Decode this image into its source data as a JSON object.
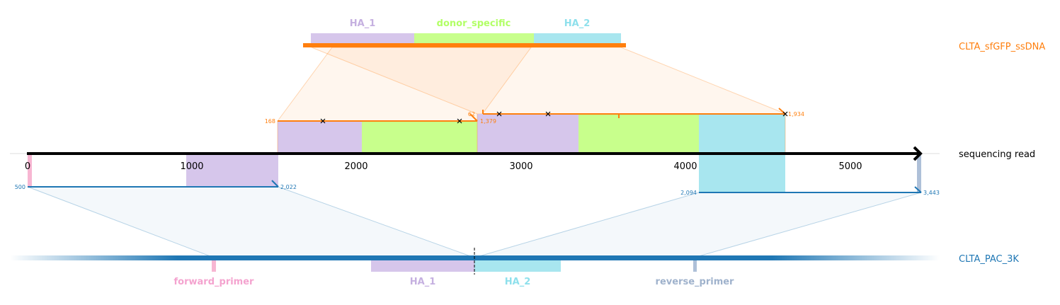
{
  "labels": {
    "ssdna": "CLTA_sfGFP_ssDNA",
    "read": "sequencing read",
    "pac": "CLTA_PAC_3K"
  },
  "ssdna_features": {
    "ha1": "HA_1",
    "donor": "donor_specific",
    "ha2": "HA_2"
  },
  "pac_features": {
    "fwd": "forward_primer",
    "ha1": "HA_1",
    "ha2": "HA_2",
    "rev": "reverse_primer"
  },
  "read_axis": {
    "ticks": [
      "0",
      "1000",
      "2000",
      "3000",
      "4000",
      "5000"
    ]
  },
  "alignments": {
    "ssdna_left_start": "168",
    "ssdna_left_end": "1,379",
    "ssdna_right_start": "62",
    "ssdna_right_end": "1,934",
    "pac_left_start": "500",
    "pac_left_end": "2,022",
    "pac_right_start": "2,094",
    "pac_right_end": "3,443"
  },
  "colors": {
    "ha1": "#d6c6eb",
    "donor": "#c8ff8c",
    "ha2": "#a8e6ef",
    "orange": "#ff7f0e",
    "blue": "#1f77b4",
    "fwd_primer": "#f7b6d2",
    "rev_primer": "#aec0d8",
    "ha1_text": "#c5b0e0",
    "donor_text": "#b2ff66",
    "ha2_text": "#8ee0ec",
    "fwd_text": "#f4a3cf",
    "rev_text": "#9fb2cc"
  }
}
